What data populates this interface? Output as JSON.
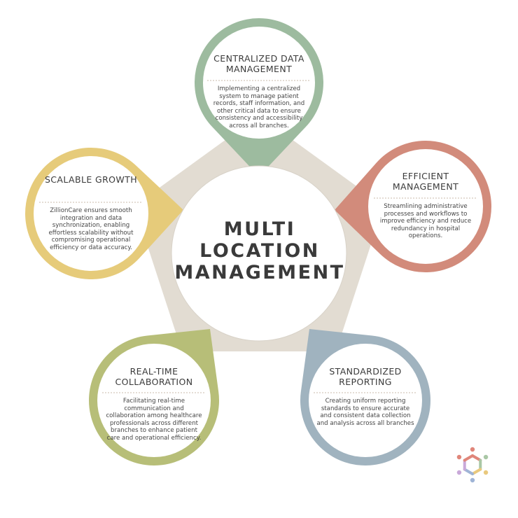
{
  "center": {
    "line1": "MULTI",
    "line2": "LOCATION",
    "line3": "MANAGEMENT"
  },
  "colors": {
    "pentagon": "#e2dcd2",
    "center_fill": "#ffffff",
    "divider": "#c9b9a8"
  },
  "nodes": [
    {
      "id": "centralized",
      "color": "#9dbb9f",
      "title_lines": [
        "CENTRALIZED DATA",
        "MANAGEMENT"
      ],
      "desc_lines": [
        "Implementing a centralized",
        "system to manage patient",
        "records, staff information, and",
        "other critical data to ensure",
        "consistency and accessibility",
        "across all branches."
      ]
    },
    {
      "id": "efficient",
      "color": "#d28b7b",
      "title_lines": [
        "EFFICIENT",
        "MANAGEMENT"
      ],
      "desc_lines": [
        "Streamlining administrative",
        "processes and workflows to",
        "improve efficiency and reduce",
        "redundancy in hospital",
        "operations."
      ]
    },
    {
      "id": "standardized",
      "color": "#a0b3bf",
      "title_lines": [
        "STANDARDIZED",
        "REPORTING"
      ],
      "desc_lines": [
        "Creating uniform reporting",
        "standards to ensure accurate",
        "and consistent data collection",
        "and analysis across all branches"
      ]
    },
    {
      "id": "realtime",
      "color": "#b7be78",
      "title_lines": [
        "REAL-TIME",
        "COLLABORATION"
      ],
      "desc_lines": [
        "Facilitating real-time",
        "communication and",
        "collaboration among healthcare",
        "professionals across different",
        "branches to enhance patient",
        "care and operational efficiency."
      ]
    },
    {
      "id": "scalable",
      "color": "#e6cb7a",
      "title_lines": [
        "SCALABLE GROWTH"
      ],
      "desc_lines": [
        "ZillionCare ensures smooth",
        "integration and data",
        "synchronization, enabling",
        "effortless scalability without",
        "compromising operational",
        "efficiency or data accuracy."
      ]
    }
  ],
  "logo": {
    "name": "people-circle-logo-icon",
    "colors": [
      "#e0867a",
      "#a9c7a5",
      "#e9c97e",
      "#9fb4d6",
      "#c9a9d9"
    ]
  }
}
